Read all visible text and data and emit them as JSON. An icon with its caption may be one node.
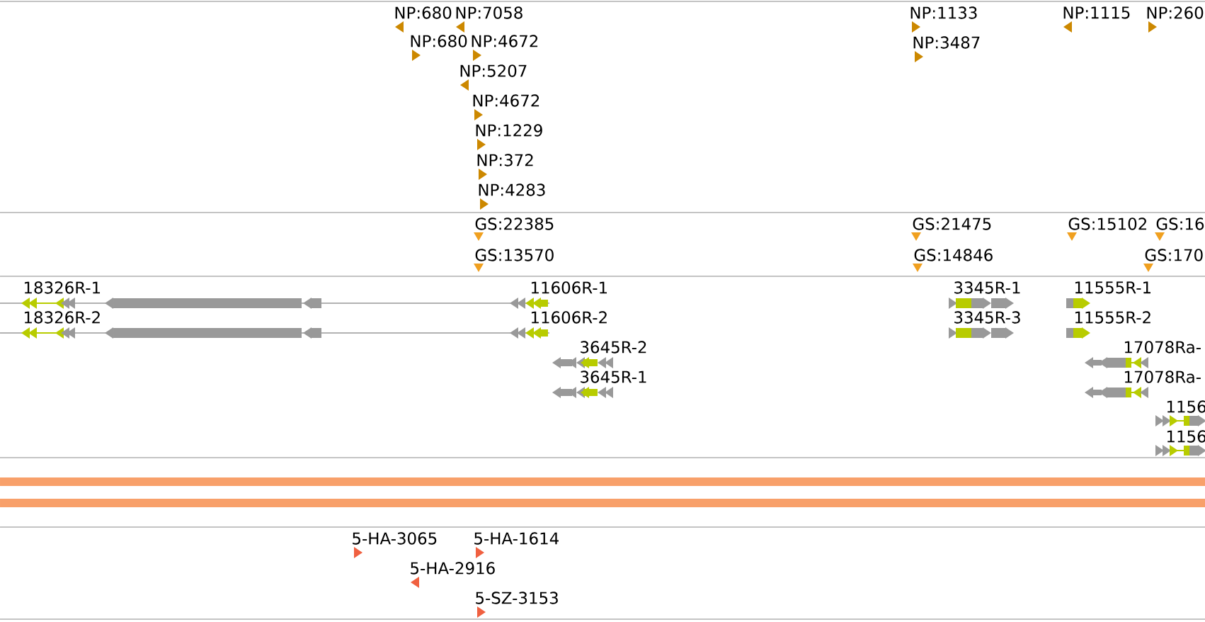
{
  "diagram": {
    "labels": [
      "NP:680",
      "NP:7058",
      "NP:1133",
      "NP:1115",
      "NP:260",
      "NP:680",
      "NP:4672",
      "NP:3487",
      "NP:5207",
      "NP:4672",
      "NP:1229",
      "NP:372",
      "NP:4283",
      "GS:22385",
      "GS:21475",
      "GS:15102",
      "GS:16",
      "GS:13570",
      "GS:14846",
      "GS:170",
      "18326R-1",
      "11606R-1",
      "3345R-1",
      "11555R-1",
      "18326R-2",
      "11606R-2",
      "3345R-3",
      "11555R-2",
      "3645R-2",
      "17078Ra-",
      "3645R-1",
      "17078Ra-",
      "1156",
      "1156",
      "5-HA-3065",
      "5-HA-1614",
      "5-HA-2916",
      "5-SZ-3153"
    ]
  }
}
